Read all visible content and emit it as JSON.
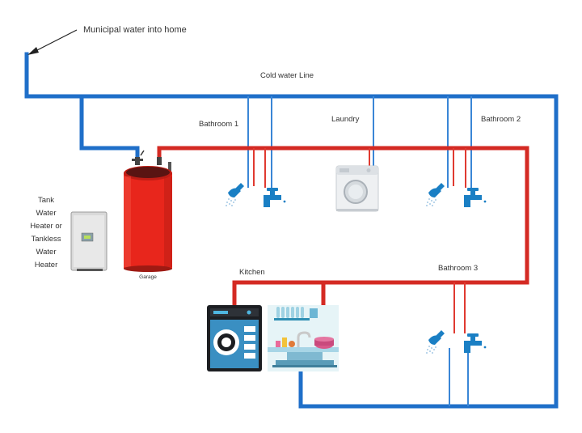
{
  "labels": {
    "municipal": "Municipal water into home",
    "cold_line": "Cold water Line",
    "bathroom1": "Bathroom 1",
    "laundry": "Laundry",
    "bathroom2": "Bathroom 2",
    "bathroom3": "Bathroom 3",
    "kitchen": "Kitchen",
    "garage": "Garage",
    "heater_lines": [
      "Tank",
      "Water",
      "Heater or",
      "Tankless",
      "Water",
      "Heater"
    ]
  },
  "colors": {
    "cold_pipe": "#1f6fc9",
    "hot_pipe": "#d42a23",
    "fixture_blue": "#1a7fc4",
    "tank_red": "#e8261c"
  },
  "icons": {
    "shower": "shower-head-icon",
    "faucet": "faucet-icon",
    "washer": "washing-machine-icon",
    "dishwasher": "dishwasher-icon",
    "sink": "kitchen-sink-icon",
    "water_tank": "water-tank-icon",
    "tankless": "tankless-heater-icon",
    "arrow": "arrow-icon"
  }
}
